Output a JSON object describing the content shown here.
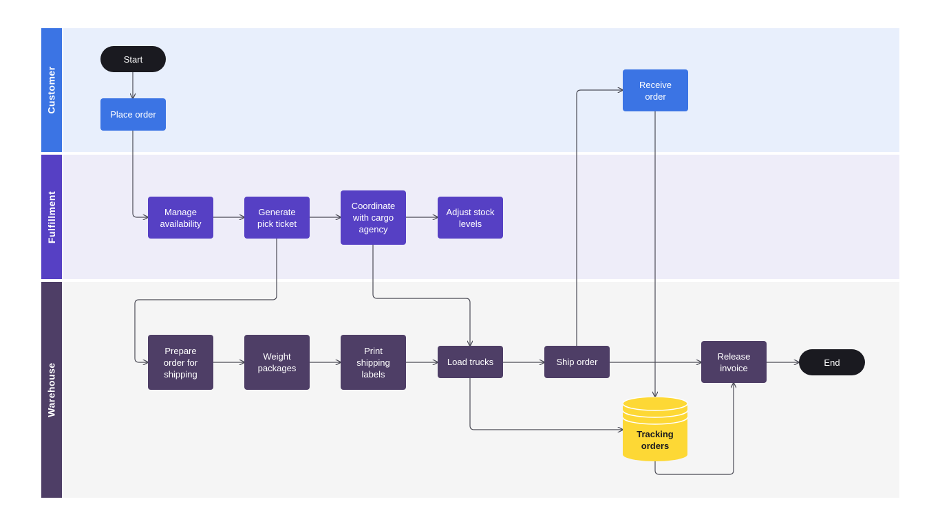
{
  "lanes": {
    "customer": "Customer",
    "fulfillment": "Fulfillment",
    "warehouse": "Warehouse"
  },
  "nodes": {
    "start": "Start",
    "place_order": "Place order",
    "receive_order": "Receive\norder",
    "manage_availability": "Manage\navailability",
    "generate_pick_ticket": "Generate\npick ticket",
    "coordinate_cargo": "Coordinate\nwith cargo\nagency",
    "adjust_stock": "Adjust stock\nlevels",
    "prepare_order": "Prepare\norder for\nshipping",
    "weight_packages": "Weight\npackages",
    "print_labels": "Print\nshipping\nlabels",
    "load_trucks": "Load trucks",
    "ship_order": "Ship order",
    "release_invoice": "Release\ninvoice",
    "end": "End",
    "tracking_orders": "Tracking\norders"
  },
  "colors": {
    "customer_lane_bg": "#e8effc",
    "customer_accent": "#3b74e4",
    "fulfillment_lane_bg": "#eeedf9",
    "fulfillment_accent": "#5640c4",
    "warehouse_lane_bg": "#f5f5f5",
    "warehouse_accent": "#4e3e66",
    "terminator": "#1a1a20",
    "database": "#fdd835",
    "connector": "#4a4a55"
  }
}
